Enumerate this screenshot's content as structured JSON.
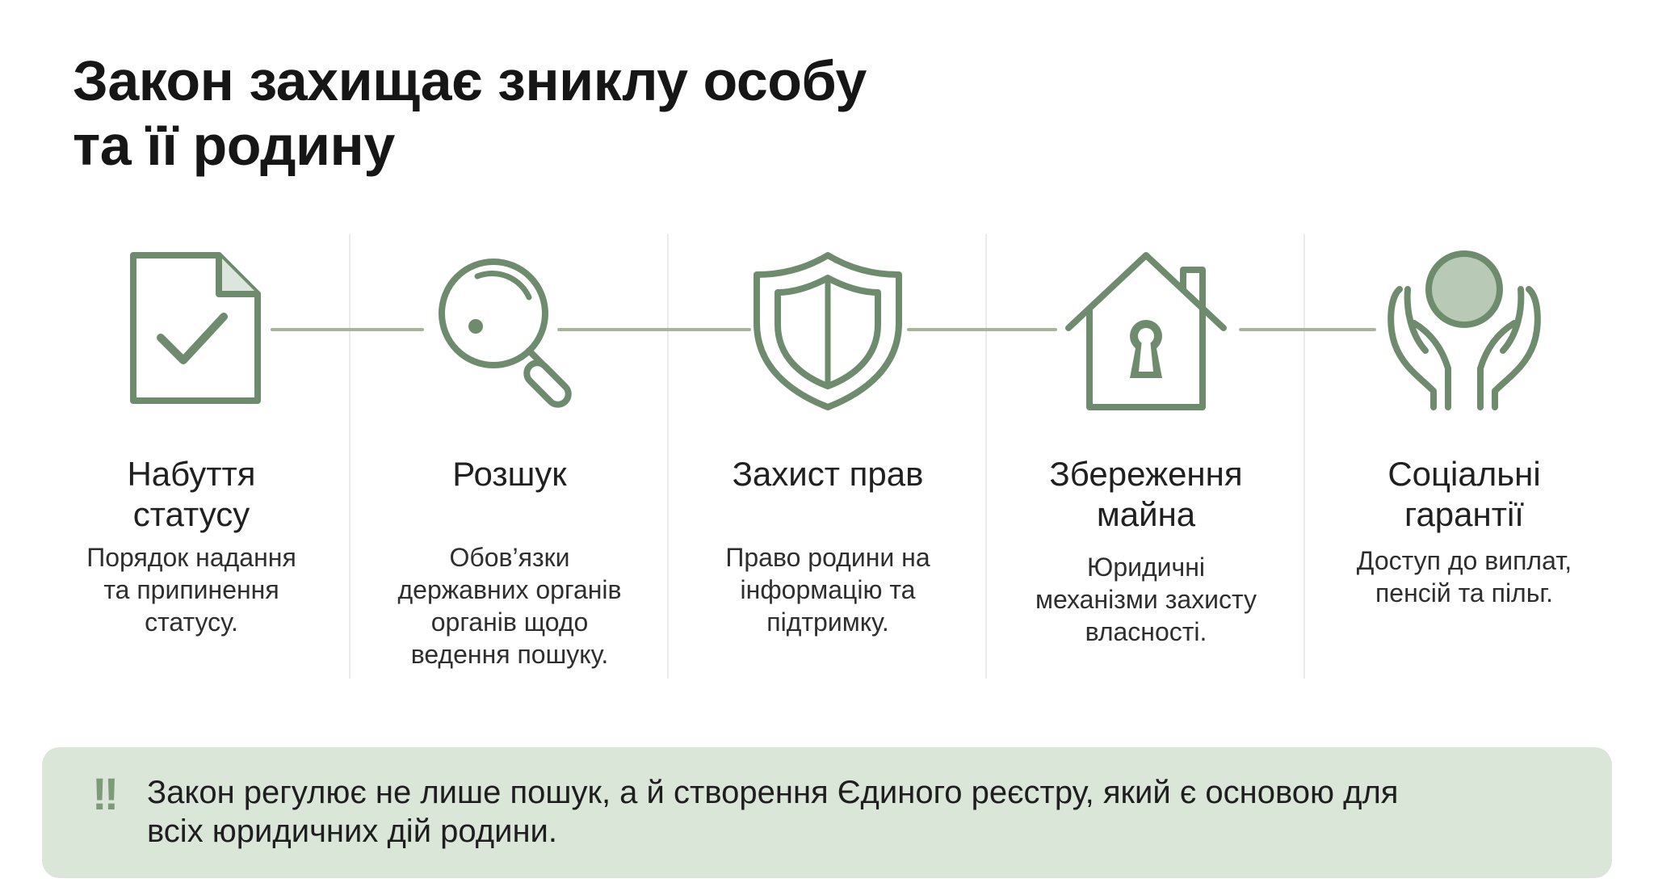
{
  "title": {
    "line1": "Закон захищає зниклу особу",
    "line2": "та її родину"
  },
  "colors": {
    "icon_stroke": "#6e8c6d",
    "connector": "#a9b49a",
    "divider": "#ebebeb",
    "note_background": "#d9e6d8",
    "note_mark": "#7f9a7b"
  },
  "steps": [
    {
      "icon": "document-check-icon",
      "title_lines": [
        "Набуття",
        "статусу"
      ],
      "desc_lines": [
        "Порядок надання",
        "та припинення",
        "статусу."
      ]
    },
    {
      "icon": "magnifier-icon",
      "title_lines": [
        "Розшук"
      ],
      "desc_lines": [
        "Обов’язки",
        "державних органів",
        "органів щодо",
        "ведення пошуку."
      ]
    },
    {
      "icon": "shield-icon",
      "title_lines": [
        "Захист прав"
      ],
      "desc_lines": [
        "Право родини на",
        "інформацію та",
        "підтримку."
      ]
    },
    {
      "icon": "house-keyhole-icon",
      "title_lines": [
        "Збереження",
        "майна"
      ],
      "desc_lines": [
        "Юридичні",
        "механізми захисту",
        "власності."
      ]
    },
    {
      "icon": "hands-protect-icon",
      "title_lines": [
        "Соціальні",
        "гарантії"
      ],
      "desc_lines": [
        "Доступ до виплат,",
        "пенсій та пільг."
      ]
    }
  ],
  "note": {
    "mark": "!!",
    "line1": "Закон регулює не лише пошук, а й створення Єдиного реєстру, який є основою для",
    "line2": "всіх юридичних дій родини."
  }
}
